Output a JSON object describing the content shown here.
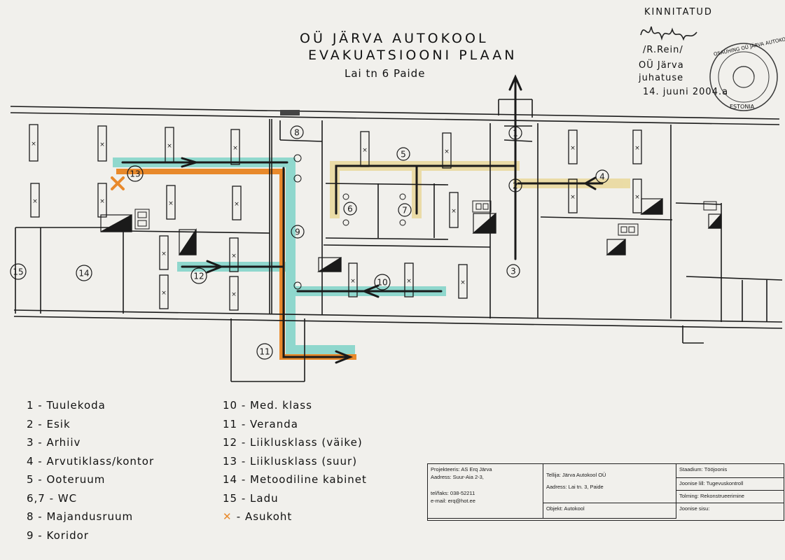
{
  "header": {
    "title_line1": "OÜ JÄRVA AUTOKOOL",
    "title_line2": "EVAKUATSIOONI PLAAN",
    "address": "Lai tn 6 Paide"
  },
  "approval": {
    "label": "KINNITATUD",
    "signer": "/R.Rein/",
    "line1": "OÜ Järva",
    "line2": "juhatuse",
    "line3": "14. juuni 2004.a"
  },
  "stamp": {
    "text_top": "OSAÜHING OÜ JÄRVA AUTOKOOL",
    "text_bottom": "ESTONIA"
  },
  "rooms": [
    {
      "n": "1"
    },
    {
      "n": "2"
    },
    {
      "n": "3"
    },
    {
      "n": "4"
    },
    {
      "n": "5"
    },
    {
      "n": "6"
    },
    {
      "n": "7"
    },
    {
      "n": "8"
    },
    {
      "n": "9"
    },
    {
      "n": "10"
    },
    {
      "n": "11"
    },
    {
      "n": "12"
    },
    {
      "n": "13"
    },
    {
      "n": "14"
    },
    {
      "n": "15"
    }
  ],
  "legend": {
    "col1": [
      "1 - Tuulekoda",
      "2 - Esik",
      "3 - Arhiiv",
      "4 - Arvutiklass/kontor",
      "5 - Ooteruum",
      "6,7 - WC",
      "8 - Majandusruum",
      "9 - Koridor"
    ],
    "col2": [
      "10 - Med. klass",
      "11 - Veranda",
      "12 - Liiklusklass (väike)",
      "13 - Liiklusklass (suur)",
      "14 - Metoodiline kabinet",
      "15 - Ladu",
      "Asukoht"
    ]
  },
  "titleblock": {
    "designer": "Projekteeris: AS Erq Järva",
    "designer_addr": "Aadress: Suur-Aia 2-3,",
    "phone": "tel/faks: 038-52211",
    "email": "e-mail: erq@hot.ee",
    "client": "Tellija: Järva Autokool OÜ",
    "client_addr": "Aadress: Lai tn. 3, Paide",
    "object": "Objekt: Autokool",
    "stage": "Staadium: Tööjoonis",
    "drawing": "Joonise lill: Tugevuskontroll",
    "work": "Tolming: Rekonstrueerimine",
    "drawing_no": "Joonise sisu:"
  },
  "colors": {
    "paper": "#f1f0ec",
    "orange_route": "#e8892b",
    "cyan_route": "#7fd3c8",
    "yellow_route": "#e9d89a",
    "ink": "#1a1a1a"
  }
}
